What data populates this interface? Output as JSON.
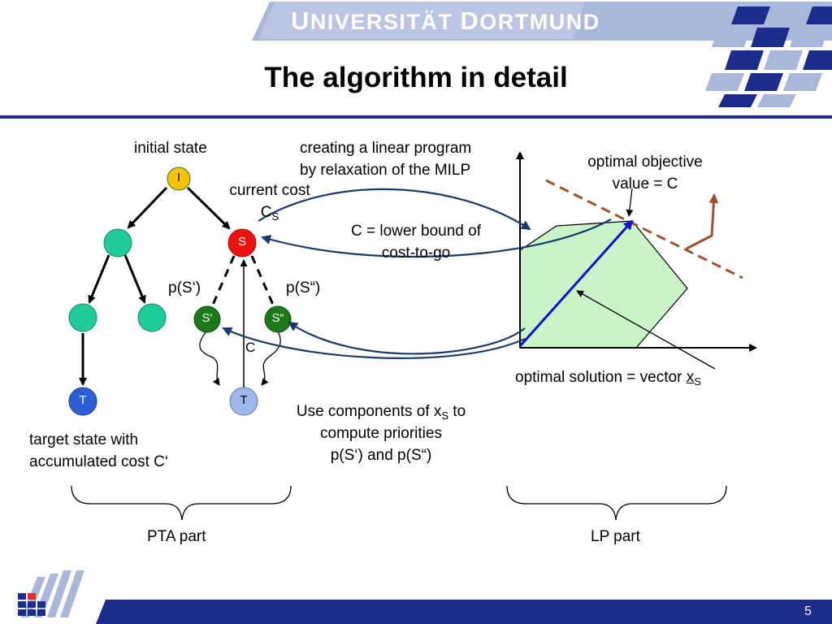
{
  "header": {
    "university_big1": "U",
    "university_rest1": "NIVERSITÄT ",
    "university_big2": "D",
    "university_rest2": "ORTMUND",
    "title": "The algorithm in detail"
  },
  "pta": {
    "initial_state": "initial state",
    "node_I": "I",
    "node_S": "S",
    "node_S1": "S‘",
    "node_S2": "S“",
    "node_T1": "T",
    "node_T2": "T",
    "current_cost": "current cost",
    "cs_main": "C",
    "cs_sub": "S",
    "p_s1": "p(S‘)",
    "p_s2": "p(S“)",
    "edge_c": "C",
    "target_line1": "target state with",
    "target_line2": "accumulated cost C‘",
    "part_label": "PTA part"
  },
  "middle": {
    "lp_line1": "creating a linear program",
    "lp_line2": "by relaxation of the MILP",
    "lb_line1": "C = lower bound of",
    "lb_line2": "cost-to-go",
    "use_pre": "Use components of x",
    "use_sub": "S",
    "use_post": " to",
    "use_line2": "compute priorities",
    "use_line3": "p(S‘) and p(S“)"
  },
  "lp": {
    "objective_line1": "optimal objective",
    "objective_line2": "value = C",
    "solution_pre": "optimal solution = vector ",
    "solution_x": "x",
    "solution_sub": "S",
    "part_label": "LP part"
  },
  "footer": {
    "page_number": "5"
  },
  "colors": {
    "initial_node": "#F5C400",
    "current_node": "#EE1111",
    "child_node": "#1A7A1A",
    "tree_node": "#1FCB9A",
    "target_node": "#2A5FD8",
    "target_node_light": "#9FB8EC",
    "polygon_fill": "#C8F4C8",
    "arrow_dark": "#1A3A6A",
    "solution_vector": "#1010D0",
    "objective_line": "#A0522D",
    "footer_bar": "#1C2C8C"
  }
}
